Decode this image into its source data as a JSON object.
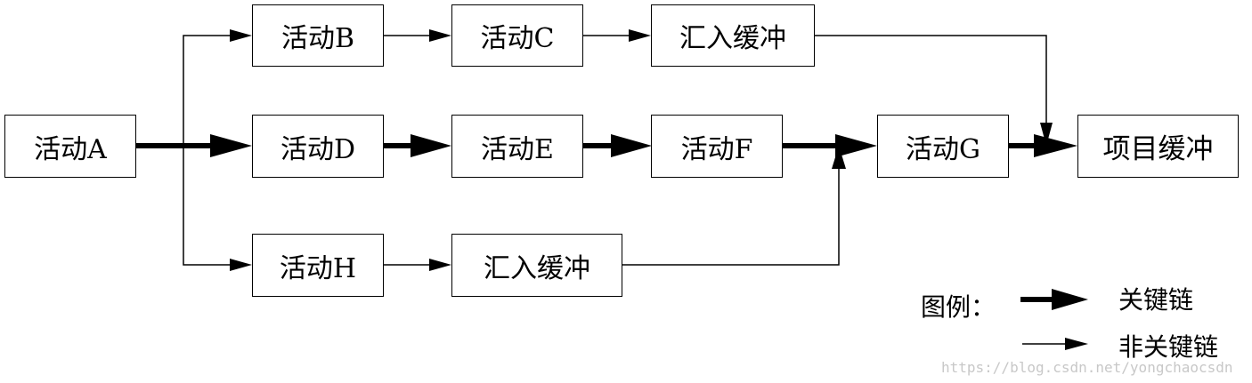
{
  "nodes": {
    "a": "活动A",
    "b": "活动B",
    "c": "活动C",
    "feed_buffer_top": "汇入缓冲",
    "d": "活动D",
    "e": "活动E",
    "f": "活动F",
    "g": "活动G",
    "project_buffer": "项目缓冲",
    "h": "活动H",
    "feed_buffer_bottom": "汇入缓冲"
  },
  "legend": {
    "title": "图例：",
    "critical": "关键链",
    "non_critical": "非关键链"
  },
  "watermark": "https://blog.csdn.net/yongchaocsdn",
  "colors": {
    "line": "#000000",
    "background": "#ffffff",
    "watermark": "#c8c8c8"
  }
}
